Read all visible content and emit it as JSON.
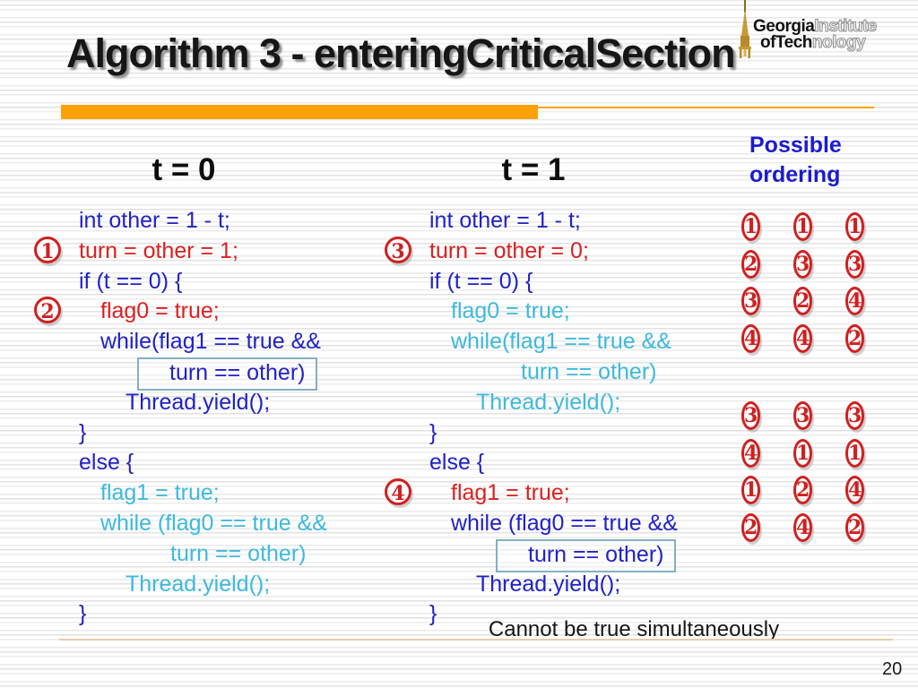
{
  "slide": {
    "title": "Algorithm 3 - enteringCriticalSection",
    "footnote": "Cannot be true simultaneously",
    "page_number": "20"
  },
  "logo": {
    "line1_solid": "Georgia",
    "line1_outline": "Institute",
    "line2_solid": "ofTech",
    "line2_outline": "nology"
  },
  "columns": [
    {
      "heading": "t = 0",
      "lines": [
        {
          "text": "int other = 1 - t;",
          "color": "blue",
          "indent": 0,
          "boxed": false,
          "marker": null
        },
        {
          "text": "turn = other = 1;",
          "color": "red",
          "indent": 0,
          "boxed": false,
          "marker": "1"
        },
        {
          "text": "if (t == 0) {",
          "color": "blue",
          "indent": 0,
          "boxed": false,
          "marker": null
        },
        {
          "text": "flag0 = true;",
          "color": "red",
          "indent": 24,
          "boxed": false,
          "marker": "2"
        },
        {
          "text": "while(flag1 == true &&",
          "color": "blue",
          "indent": 24,
          "boxed": false,
          "marker": null
        },
        {
          "text": "turn == other)",
          "color": "blue",
          "indent": 65,
          "boxed": true,
          "marker": null
        },
        {
          "text": "Thread.yield();",
          "color": "blue",
          "indent": 52,
          "boxed": false,
          "marker": null
        },
        {
          "text": "}",
          "color": "blue",
          "indent": 0,
          "boxed": false,
          "marker": null
        },
        {
          "text": "else {",
          "color": "blue",
          "indent": 0,
          "boxed": false,
          "marker": null
        },
        {
          "text": "flag1 = true;",
          "color": "cyan",
          "indent": 24,
          "boxed": false,
          "marker": null
        },
        {
          "text": "while (flag0 == true &&",
          "color": "cyan",
          "indent": 24,
          "boxed": false,
          "marker": null
        },
        {
          "text": "turn == other)",
          "color": "cyan",
          "indent": 102,
          "boxed": false,
          "marker": null
        },
        {
          "text": "Thread.yield();",
          "color": "cyan",
          "indent": 52,
          "boxed": false,
          "marker": null
        },
        {
          "text": "}",
          "color": "blue",
          "indent": 0,
          "boxed": false,
          "marker": null
        }
      ]
    },
    {
      "heading": "t = 1",
      "lines": [
        {
          "text": "int other = 1 - t;",
          "color": "blue",
          "indent": 0,
          "boxed": false,
          "marker": null
        },
        {
          "text": "turn = other = 0;",
          "color": "red",
          "indent": 0,
          "boxed": false,
          "marker": "3"
        },
        {
          "text": "if (t == 0) {",
          "color": "blue",
          "indent": 0,
          "boxed": false,
          "marker": null
        },
        {
          "text": "flag0 = true;",
          "color": "cyan",
          "indent": 24,
          "boxed": false,
          "marker": null
        },
        {
          "text": "while(flag1 == true &&",
          "color": "cyan",
          "indent": 24,
          "boxed": false,
          "marker": null
        },
        {
          "text": "turn == other)",
          "color": "cyan",
          "indent": 102,
          "boxed": false,
          "marker": null
        },
        {
          "text": "Thread.yield();",
          "color": "cyan",
          "indent": 52,
          "boxed": false,
          "marker": null
        },
        {
          "text": "}",
          "color": "blue",
          "indent": 0,
          "boxed": false,
          "marker": null
        },
        {
          "text": "else {",
          "color": "blue",
          "indent": 0,
          "boxed": false,
          "marker": null
        },
        {
          "text": "flag1 = true;",
          "color": "red",
          "indent": 24,
          "boxed": false,
          "marker": "4"
        },
        {
          "text": "while (flag0 == true &&",
          "color": "blue",
          "indent": 24,
          "boxed": false,
          "marker": null
        },
        {
          "text": "turn == other)",
          "color": "blue",
          "indent": 74,
          "boxed": true,
          "marker": null
        },
        {
          "text": "Thread.yield();",
          "color": "blue",
          "indent": 52,
          "boxed": false,
          "marker": null
        },
        {
          "text": "}",
          "color": "blue",
          "indent": 0,
          "boxed": false,
          "marker": null
        }
      ]
    }
  ],
  "ordering": {
    "title_line1": "Possible",
    "title_line2": "ordering",
    "groups": [
      {
        "rows": [
          [
            "1",
            "1",
            "1"
          ],
          [
            "2",
            "3",
            "3"
          ],
          [
            "3",
            "2",
            "4"
          ],
          [
            "4",
            "4",
            "2"
          ]
        ]
      },
      {
        "rows": [
          [
            "3",
            "3",
            "3"
          ],
          [
            "4",
            "1",
            "1"
          ],
          [
            "1",
            "2",
            "4"
          ],
          [
            "2",
            "4",
            "2"
          ]
        ]
      }
    ]
  },
  "colors": {
    "accent_orange": "#fca207",
    "code_blue": "#2121c8",
    "code_red": "#dc2020",
    "code_cyan": "#3db9dd",
    "circle_red": "#cf2020",
    "ordering_heading_blue": "#1b1bd0",
    "tan_rule": "#e9cbab"
  }
}
